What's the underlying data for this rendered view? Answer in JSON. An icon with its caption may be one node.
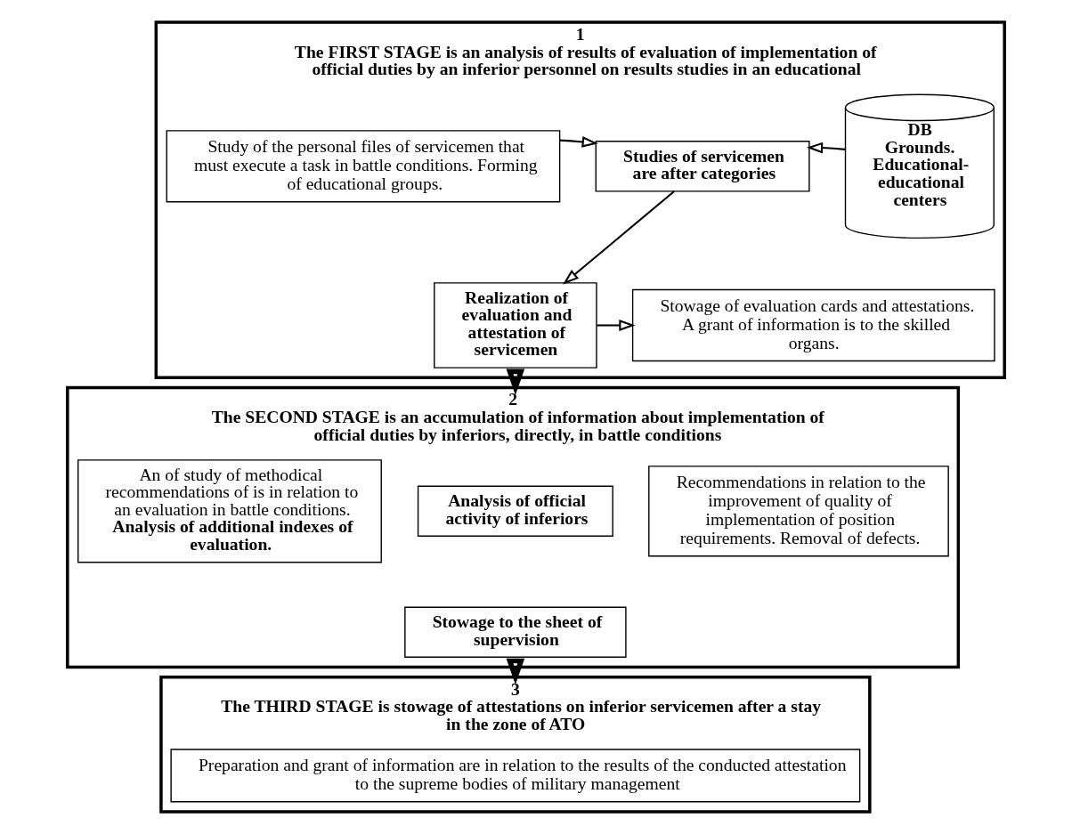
{
  "diagram": {
    "nodes": [
      {
        "text": [
          "1",
          "The FIRST STAGE is an analysis of results of evaluation of implementation of official duties by an inferior personnel on results studies in an educational"
        ]
      },
      {
        "text": [
          "Study of the personal files of servicemen that must execute a task in battle conditions. Forming of educational groups."
        ],
        "in": 0
      },
      {
        "text": [
          "Studies of servicemen are after categories"
        ],
        "in": 0
      },
      {
        "text": [
          "DB",
          "Grounds. Educational-educational centers"
        ],
        "in": 0
      },
      {
        "text": [
          "Realization of evaluation and attestation of servicemen"
        ],
        "in": 0
      },
      {
        "text": [
          "Stowage of evaluation cards and attestations. A grant of information is to the skilled organs."
        ],
        "in": 0
      },
      {
        "text": [
          "2",
          "The SECOND STAGE is an accumulation of information about implementation of official duties by inferiors, directly, in battle conditions"
        ]
      },
      {
        "text": [
          "An of study of methodical recommendations of is in relation to an evaluation in battle conditions. **Analysis of additional indexes of evaluation.**"
        ],
        "in": 6
      },
      {
        "text": [
          "Analysis of official activity of inferiors"
        ],
        "in": 6
      },
      {
        "text": [
          "Stowage to the sheet of supervision"
        ],
        "in": 6
      },
      {
        "text": [
          "Recommendations in relation to the improvement of quality of implementation of position requirements. Removal of defects."
        ],
        "in": 6
      },
      {
        "text": [
          "3",
          "The THIRD STAGE is stowage of attestations on inferior servicemen after a stay in the zone of ATO"
        ]
      },
      {
        "text": [
          "Preparation and grant of information are in relation to the results of the conducted attestation to the supreme bodies of military management"
        ],
        "in": 11
      }
    ],
    "edges": [
      {
        "from": 1,
        "to": 2,
        "arrow": "to"
      },
      {
        "from": 3,
        "to": 2,
        "arrow": "to"
      },
      {
        "from": 2,
        "to": 4,
        "arrow": "to"
      },
      {
        "from": 4,
        "to": 5,
        "arrow": "to"
      },
      {
        "from": 0,
        "to": 6,
        "arrow": "to",
        "style": "thick"
      },
      {
        "from": 6,
        "to": 11,
        "arrow": "to",
        "style": "thick"
      }
    ]
  }
}
